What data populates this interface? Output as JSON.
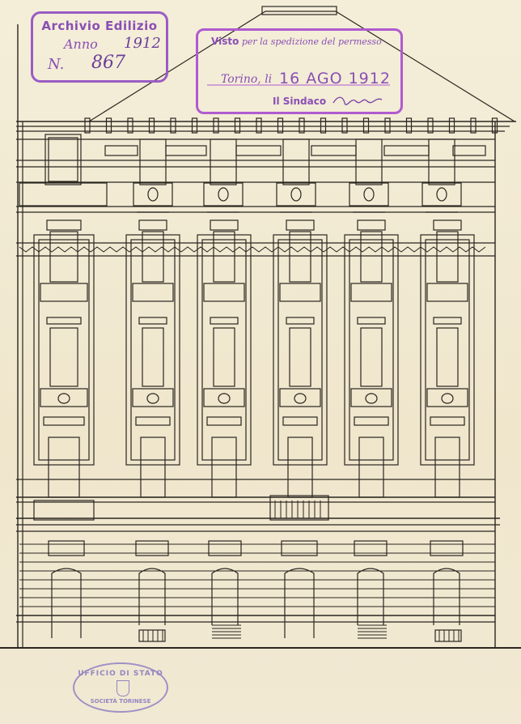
{
  "document": {
    "kind": "architectural-facade-elevation",
    "line_color": "#2a2620",
    "paper_color": "#f1e9d3",
    "stamp_color": "#8a4fb4"
  },
  "stamp_archivio": {
    "title": "Archivio Edilizio",
    "anno_label": "Anno",
    "anno_value": "1912",
    "numero_label": "N.",
    "numero_value": "867"
  },
  "stamp_visto": {
    "heading_bold": "Visto",
    "heading_rest": "per la spedizione del permesso",
    "place_label": "Torino, li",
    "date_value": "16 AGO 1912",
    "signatory": "Il Sindaco"
  },
  "stamp_ufficio": {
    "title": "UFFICIO DI STATO",
    "subtitle": "SOCIETÀ TORINESE"
  }
}
